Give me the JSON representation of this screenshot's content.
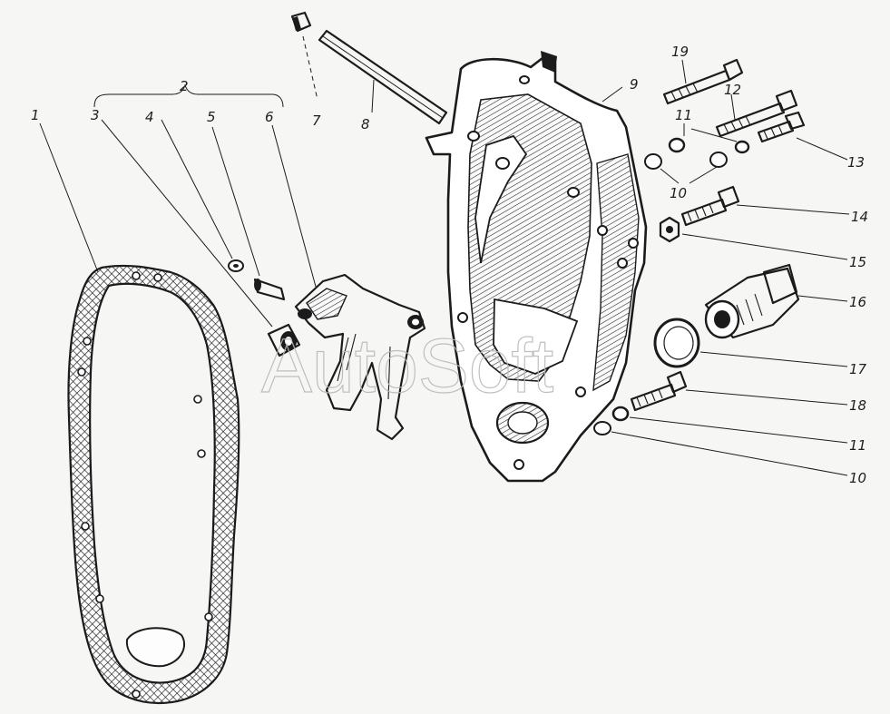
{
  "callouts": {
    "c1": "1",
    "c2": "2",
    "c3": "3",
    "c4": "4",
    "c5": "5",
    "c6": "6",
    "c7": "7",
    "c8": "8",
    "c9": "9",
    "c10a": "10",
    "c11a": "11",
    "c12": "12",
    "c13": "13",
    "c14": "14",
    "c15": "15",
    "c16": "16",
    "c17": "17",
    "c18": "18",
    "c11b": "11",
    "c10b": "10",
    "c19": "19"
  },
  "watermark": "AutoSoft",
  "colors": {
    "ink": "#1b1b1b",
    "paper": "#f6f6f4",
    "watermark": "#b9b9b9"
  }
}
